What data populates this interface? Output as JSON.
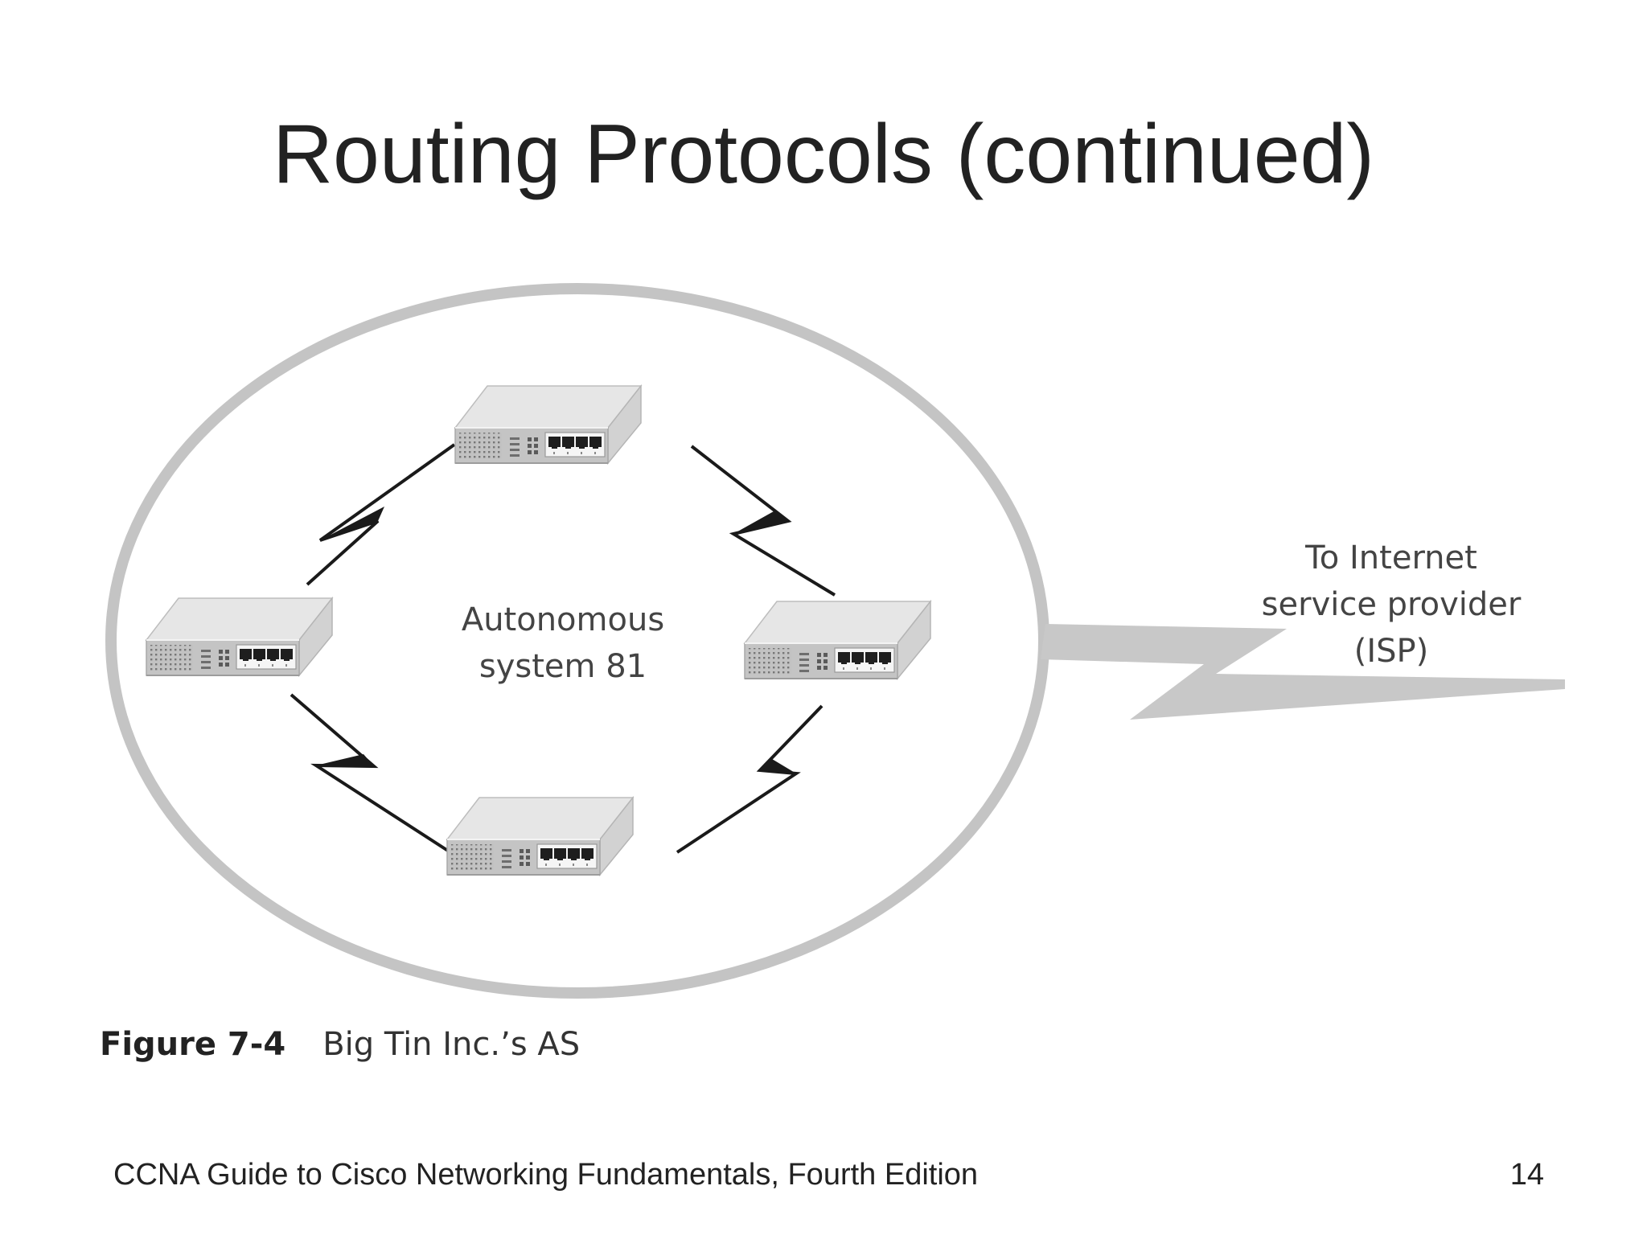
{
  "slide": {
    "title": "Routing Protocols (continued)",
    "footer_text": "CCNA Guide to Cisco Networking Fundamentals, Fourth Edition",
    "page_number": "14"
  },
  "figure": {
    "number": "Figure 7-4",
    "caption": "Big Tin Inc.’s AS",
    "as_label_line1": "Autonomous",
    "as_label_line2": "system 81",
    "isp_label_line1": "To Internet",
    "isp_label_line2": "service provider",
    "isp_label_line3": "(ISP)",
    "routers": [
      "router-top",
      "router-left",
      "router-right",
      "router-bottom"
    ]
  },
  "colors": {
    "as_boundary": "#c4c4c4",
    "wan_link": "#1a1a1a",
    "isp_link": "#c8c8c8",
    "router_top_face": "#e6e6e6",
    "router_front_face": "#c2c2c2",
    "router_side_face": "#d4d4d4"
  }
}
